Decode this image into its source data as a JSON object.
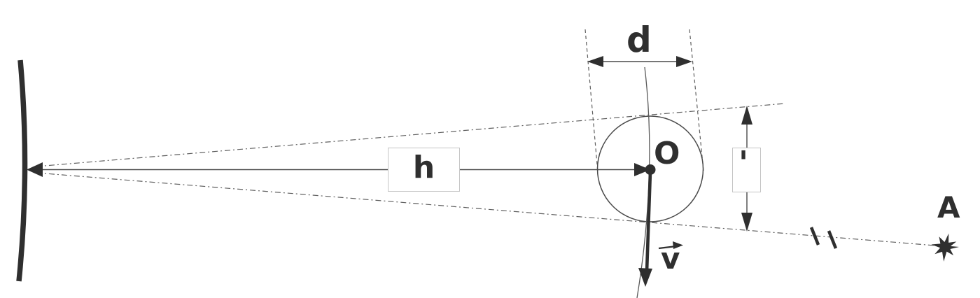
{
  "diagram": {
    "description": "Geometric optics / angular-size physics sketch",
    "background_color": "#ffffff",
    "ink_color": "#2f2f2f",
    "thin_line_color": "#4a4a4a",
    "dash_dot_color": "#5f5f5f",
    "box_border_color": "#c4c4c4",
    "labels": {
      "h": "h",
      "d": "d",
      "center": "O",
      "velocity": "v",
      "prime": "'",
      "point_a": "A"
    }
  }
}
